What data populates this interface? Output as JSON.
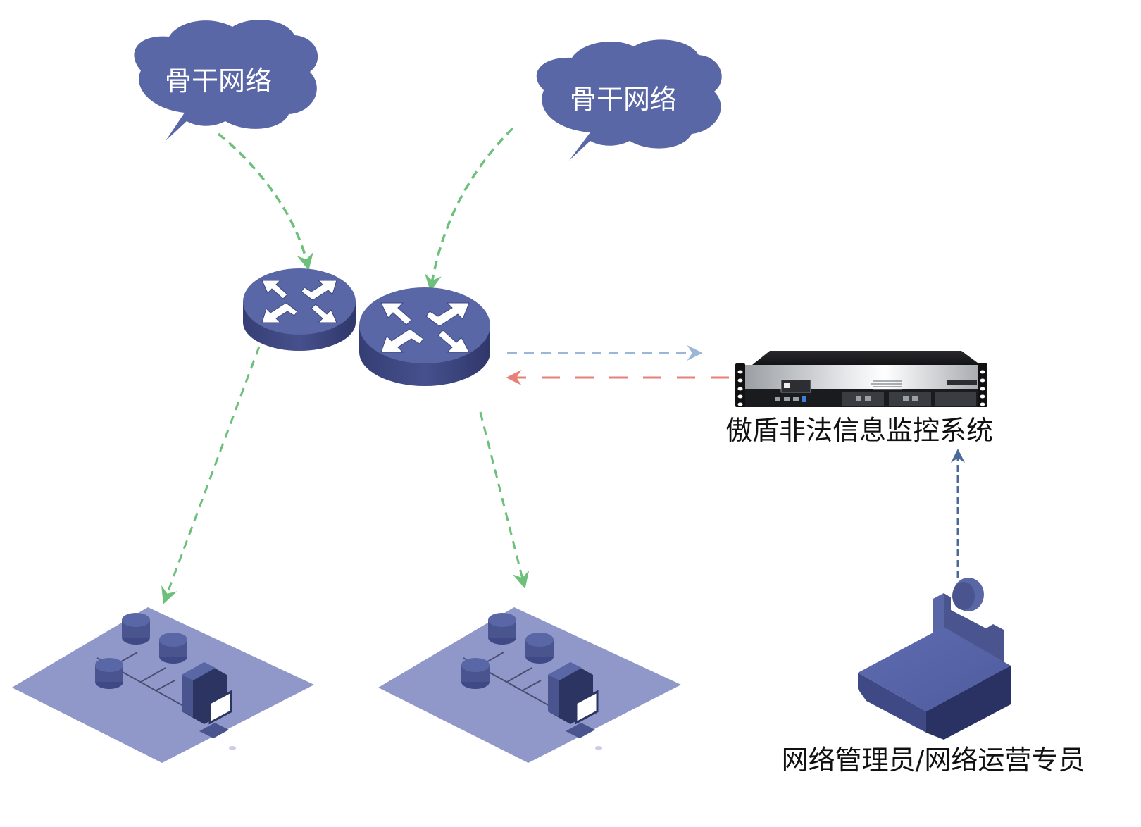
{
  "diagram": {
    "title": "傲盾非法信息监控系统部署拓扑",
    "colors": {
      "node_fill": "#5a67a6",
      "node_dark": "#3c4580",
      "node_side": "#48528f",
      "lan_plate": "#8f98c8",
      "lan_device": "#4a558f",
      "green_link": "#6cc07a",
      "blue_link": "#9ab7d8",
      "red_link": "#e8807a",
      "admin_link": "#4a6a9a",
      "label": "#111111",
      "cloud_text": "#ffffff"
    },
    "clouds": [
      {
        "id": "backbone-1",
        "label": "骨干网络"
      },
      {
        "id": "backbone-2",
        "label": "骨干网络"
      }
    ],
    "routers": [
      {
        "id": "router-1",
        "icon": "router-icon"
      },
      {
        "id": "router-2",
        "icon": "router-icon"
      }
    ],
    "appliance": {
      "id": "monitor-appliance",
      "label": "傲盾非法信息监控系统",
      "icon": "rack-server-icon"
    },
    "lans": [
      {
        "id": "lan-1",
        "icon": "lan-segment-icon"
      },
      {
        "id": "lan-2",
        "icon": "lan-segment-icon"
      }
    ],
    "admin": {
      "id": "network-admin",
      "label": "网络管理员/网络运营专员",
      "icon": "admin-workstation-icon"
    },
    "edges": [
      {
        "from": "backbone-1",
        "to": "router-1",
        "style": "dashed",
        "color": "green",
        "direction": "forward"
      },
      {
        "from": "backbone-2",
        "to": "router-2",
        "style": "dashed",
        "color": "green",
        "direction": "forward"
      },
      {
        "from": "router-1",
        "to": "lan-1",
        "style": "dashed",
        "color": "green",
        "direction": "forward"
      },
      {
        "from": "router-2",
        "to": "lan-2",
        "style": "dashed",
        "color": "green",
        "direction": "forward"
      },
      {
        "from": "router-2",
        "to": "monitor-appliance",
        "style": "dashed",
        "color": "blue",
        "direction": "forward"
      },
      {
        "from": "monitor-appliance",
        "to": "router-2",
        "style": "dashed",
        "color": "red",
        "direction": "forward"
      },
      {
        "from": "network-admin",
        "to": "monitor-appliance",
        "style": "dashed",
        "color": "admin",
        "direction": "forward"
      }
    ]
  }
}
